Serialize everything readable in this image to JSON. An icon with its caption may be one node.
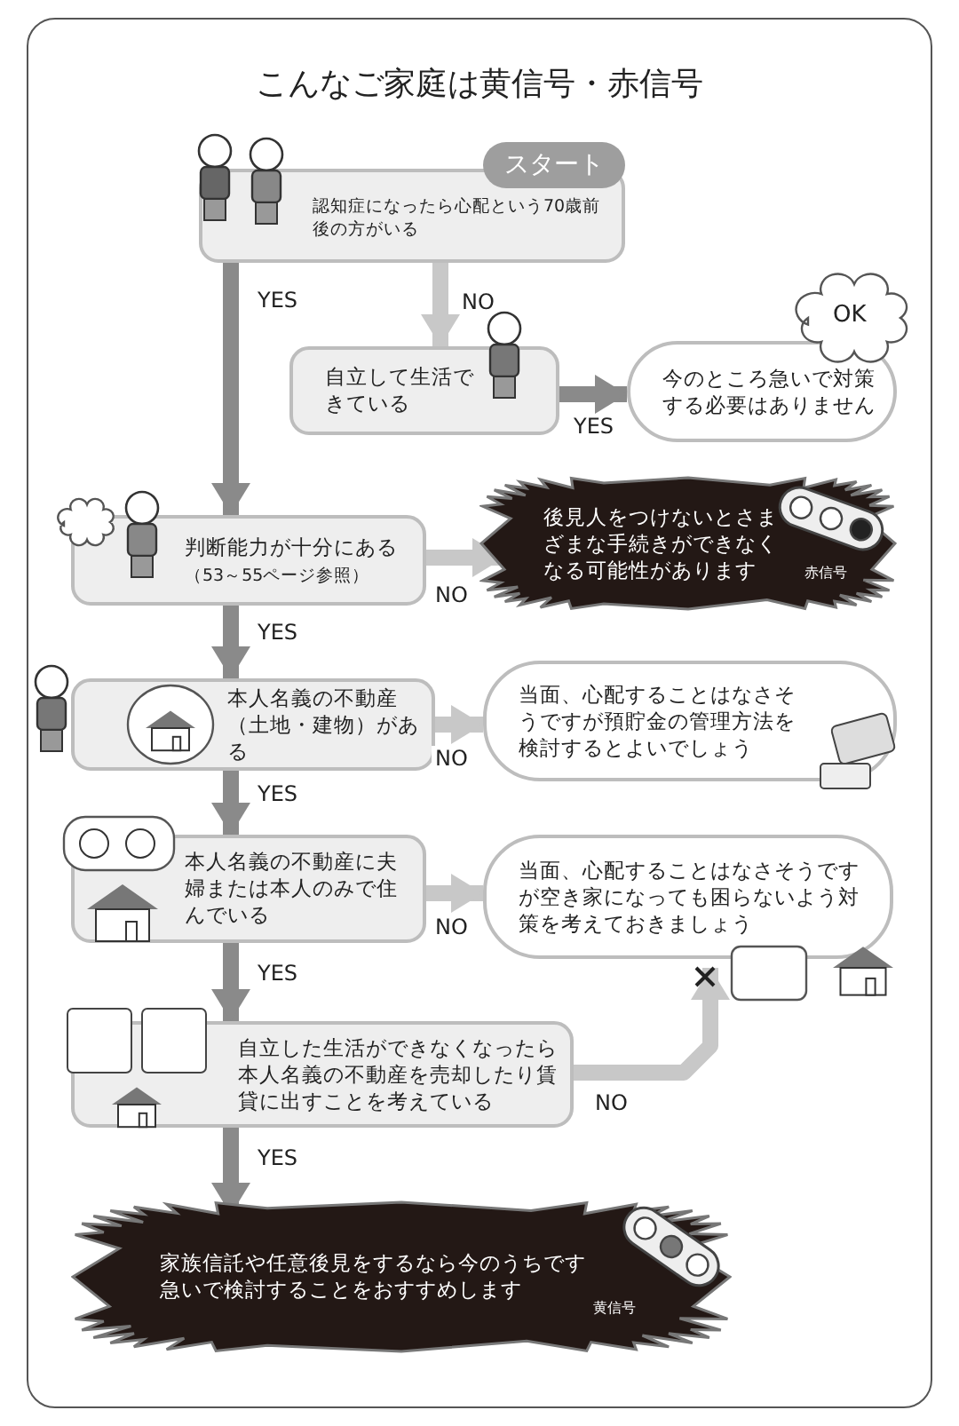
{
  "diagram": {
    "title": "こんなご家庭は黄信号・赤信号",
    "nodes": [
      {
        "text": [
          "スタート",
          "認知症になったら心配という70歳前後の方がいる"
        ]
      },
      {
        "text": [
          "自立して生活できている"
        ]
      },
      {
        "text": [
          "今のところ急いで対策する必要はありません"
        ],
        "beside": [
          "OK"
        ]
      },
      {
        "text": [
          "判断能力が十分にある",
          "（53～55ページ参照）"
        ]
      },
      {
        "text": [
          "後見人をつけないとさまざまな手続きができなくなる可能性があります",
          "赤信号"
        ]
      },
      {
        "text": [
          "本人名義の不動産（土地・建物）がある"
        ]
      },
      {
        "text": [
          "当面、心配することはなさそうですが預貯金の管理方法を検討するとよいでしょう"
        ]
      },
      {
        "text": [
          "本人名義の不動産に夫婦または本人のみで住んでいる"
        ]
      },
      {
        "text": [
          "当面、心配することはなさそうですが空き家になっても困らないよう対策を考えておきましょう"
        ]
      },
      {
        "text": [
          "自立した生活ができなくなったら本人名義の不動産を売却したり賃貸に出すことを考えている"
        ]
      },
      {
        "text": [
          "家族信託や任意後見をするなら今のうちです急いで検討することをおすすめします",
          "黄信号"
        ]
      }
    ],
    "edges": [
      {
        "from": 0,
        "to": 3,
        "arrow": "to",
        "label": "YES"
      },
      {
        "from": 0,
        "to": 1,
        "arrow": "to",
        "label": "NO",
        "color": "#c8c8c8"
      },
      {
        "from": 1,
        "to": 2,
        "arrow": "to",
        "label": "YES"
      },
      {
        "from": 3,
        "to": 4,
        "arrow": "to",
        "label": "NO",
        "color": "#c8c8c8"
      },
      {
        "from": 3,
        "to": 5,
        "arrow": "to",
        "label": "YES"
      },
      {
        "from": 5,
        "to": 6,
        "arrow": "to",
        "label": "NO",
        "color": "#c8c8c8"
      },
      {
        "from": 5,
        "to": 7,
        "arrow": "to",
        "label": "YES"
      },
      {
        "from": 7,
        "to": 8,
        "arrow": "to",
        "label": "NO",
        "color": "#c8c8c8"
      },
      {
        "from": 7,
        "to": 9,
        "arrow": "to",
        "label": "YES"
      },
      {
        "from": 9,
        "to": 8,
        "arrow": "to",
        "label": "NO",
        "color": "#c8c8c8"
      },
      {
        "from": 9,
        "to": 10,
        "arrow": "to",
        "label": "YES"
      }
    ]
  }
}
